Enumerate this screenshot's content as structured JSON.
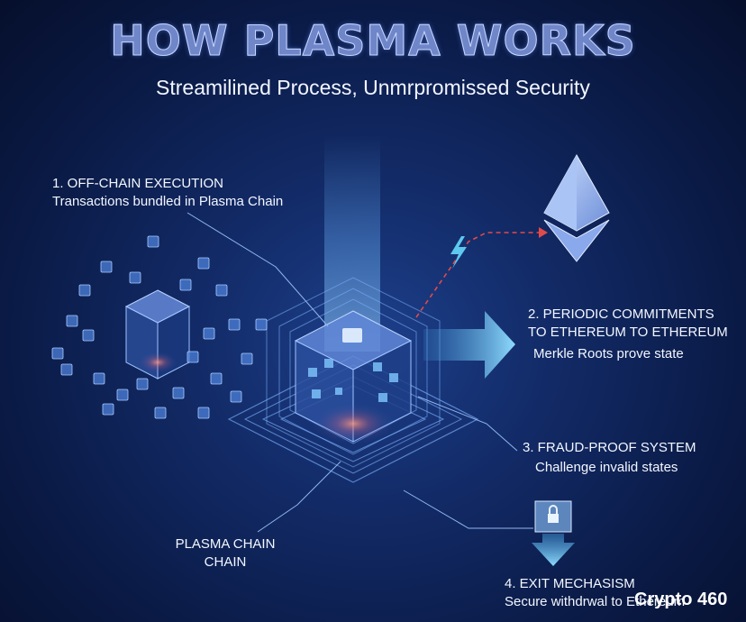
{
  "header": {
    "title": "HOW PLASMA WORKS",
    "subtitle": "Streamilined Process, Unmrpromissed Security"
  },
  "steps": [
    {
      "title": "1. OFF-CHAIN EXECUTION",
      "desc": "Transactions bundled in Plasma Chain"
    },
    {
      "title_line1": "2. PERIODIC COMMITMENTS",
      "title_line2": "TO ETHEREUM TO ETHEREUM",
      "desc": "Merkle Roots prove state"
    },
    {
      "title": "3. FRAUD-PROOF SYSTEM",
      "desc": "Challenge invalid states"
    },
    {
      "title": "4. EXIT MECHASISM",
      "desc": "Secure withdrwal to Ethereum"
    }
  ],
  "chain_label": {
    "line1": "PLASMA CHAIN",
    "line2": "CHAIN"
  },
  "watermark": "Crypto 460",
  "icons": [
    "ethereum-icon",
    "lightning-icon",
    "padlock-icon",
    "arrow-right-icon",
    "arrow-down-icon"
  ],
  "colors": {
    "accent": "#5ec8ee",
    "background": "#0a1a45",
    "commit_arrow": "#e24a4a"
  }
}
